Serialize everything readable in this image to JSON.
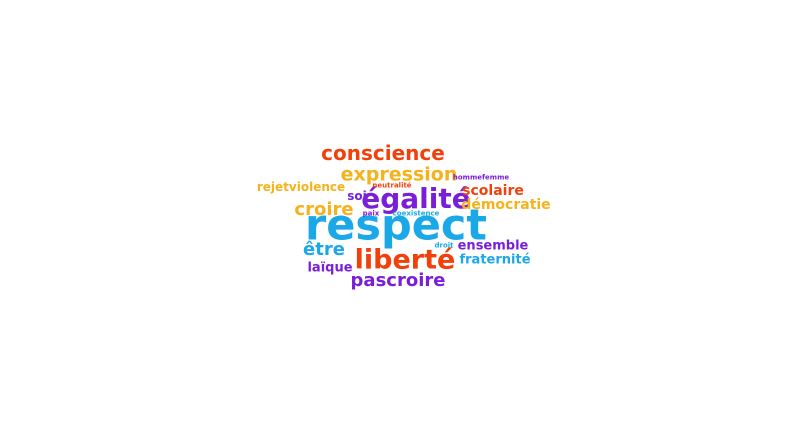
{
  "palette": {
    "orange_red": "#F2400A",
    "amber": "#F5B21A",
    "purple": "#7A1FD8",
    "sky_blue": "#1BA8E8"
  },
  "words": [
    {
      "text": "respect",
      "color": "#1BA8E8"
    },
    {
      "text": "liberté",
      "color": "#F2400A"
    },
    {
      "text": "égalité",
      "color": "#7A1FD8"
    },
    {
      "text": "conscience",
      "color": "#F2400A"
    },
    {
      "text": "expression",
      "color": "#F5B21A"
    },
    {
      "text": "pascroire",
      "color": "#7A1FD8"
    },
    {
      "text": "croire",
      "color": "#F5B21A"
    },
    {
      "text": "être",
      "color": "#1BA8E8"
    },
    {
      "text": "scolaire",
      "color": "#F2400A"
    },
    {
      "text": "démocratie",
      "color": "#F5B21A"
    },
    {
      "text": "ensemble",
      "color": "#7A1FD8"
    },
    {
      "text": "fraternité",
      "color": "#1BA8E8"
    },
    {
      "text": "rejetviolence",
      "color": "#F5B21A"
    },
    {
      "text": "laïque",
      "color": "#7A1FD8"
    },
    {
      "text": "soi",
      "color": "#7A1FD8"
    },
    {
      "text": "hommefemme",
      "color": "#7A1FD8"
    },
    {
      "text": "neutralité",
      "color": "#F2400A"
    },
    {
      "text": "paix",
      "color": "#7A1FD8"
    },
    {
      "text": "coexistence",
      "color": "#1BA8E8"
    },
    {
      "text": "droit",
      "color": "#1BA8E8"
    }
  ]
}
